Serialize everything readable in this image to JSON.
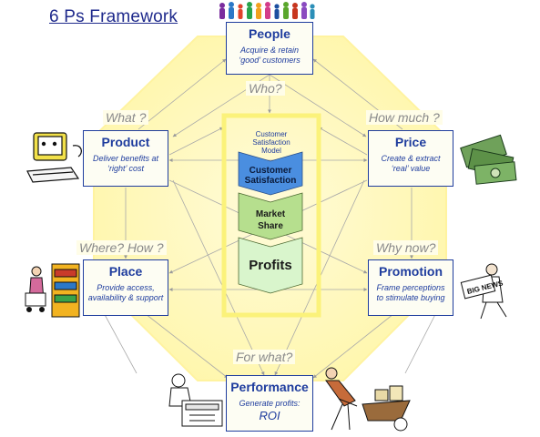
{
  "title": "6 Ps Framework",
  "boxes": {
    "people": {
      "name": "People",
      "desc": "Acquire & retain ‘good’ customers"
    },
    "product": {
      "name": "Product",
      "desc": "Deliver benefits at ‘right’ cost"
    },
    "price": {
      "name": "Price",
      "desc": "Create & extract ‘real’ value"
    },
    "place": {
      "name": "Place",
      "desc": "Provide access, availability & support"
    },
    "promotion": {
      "name": "Promotion",
      "desc": "Frame perceptions to stimulate buying"
    },
    "performance": {
      "name": "Performance",
      "desc": "Generate profits:",
      "desc2": "ROI"
    }
  },
  "questions": {
    "who": "Who?",
    "what": "What ?",
    "how_much": "How much ?",
    "where_how": "Where? How ?",
    "why_now": "Why now?",
    "for_what": "For what?"
  },
  "model": {
    "label": "Customer Satisfaction Model",
    "stages": [
      "Customer Satisfaction",
      "Market Share",
      "Profits"
    ]
  },
  "clipart": {
    "people": "crowd-of-people-icon",
    "product": "computer-icon",
    "price": "money-bills-icon",
    "place": "shopper-icon",
    "promotion": "newsboy-big-news-icon",
    "performance_left": "cashier-icon",
    "performance_right": "wheelbarrow-man-icon"
  },
  "colors": {
    "title": "#1f2a8c",
    "box_border": "#1f3d9e",
    "octagon": "#fff9c2",
    "yellow_frame": "#fbf27a",
    "stage1": "#4a8ee0",
    "stage2": "#b6df8e",
    "stage3": "#d9f5cc",
    "question": "#8a8a8a"
  }
}
